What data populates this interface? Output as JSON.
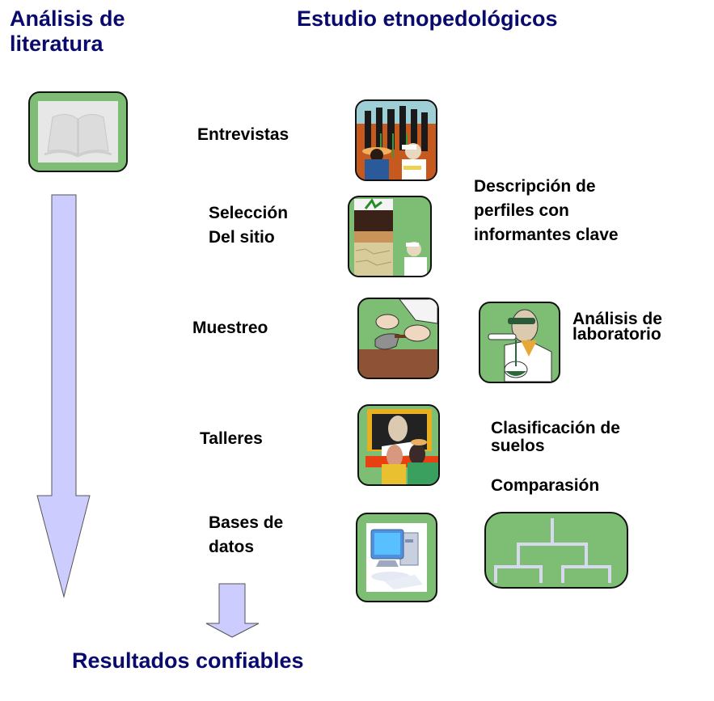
{
  "headers": {
    "literature_title": [
      "Análisis de",
      "literatura"
    ],
    "ethno_title": "Estudio etnopedológicos"
  },
  "steps": [
    {
      "label": [
        "Entrevistas"
      ],
      "icon": "interview-icon"
    },
    {
      "label": [
        "Selección",
        "Del sitio"
      ],
      "icon": "soil-profile-icon"
    },
    {
      "label": [
        "Muestreo"
      ],
      "icon": "sampling-trowel-icon"
    },
    {
      "label": [
        "Talleres"
      ],
      "icon": "workshop-icon"
    },
    {
      "label": [
        "Bases de",
        "datos"
      ],
      "icon": "computer-icon"
    }
  ],
  "side_notes": {
    "profile_description": [
      "Descripción de",
      "perfiles con",
      "informantes clave"
    ],
    "lab_analysis": [
      "Análisis de",
      "laboratorio"
    ],
    "classification": [
      "Clasificación de",
      "suelos"
    ],
    "comparison": "Comparasión"
  },
  "footer": {
    "result": "Resultados confiables"
  },
  "colors": {
    "title": "#0a0a6e",
    "icon_green": "#7dbe74",
    "arrow_fill": "#ccccff",
    "tree_lines": "#d8d8ee"
  }
}
